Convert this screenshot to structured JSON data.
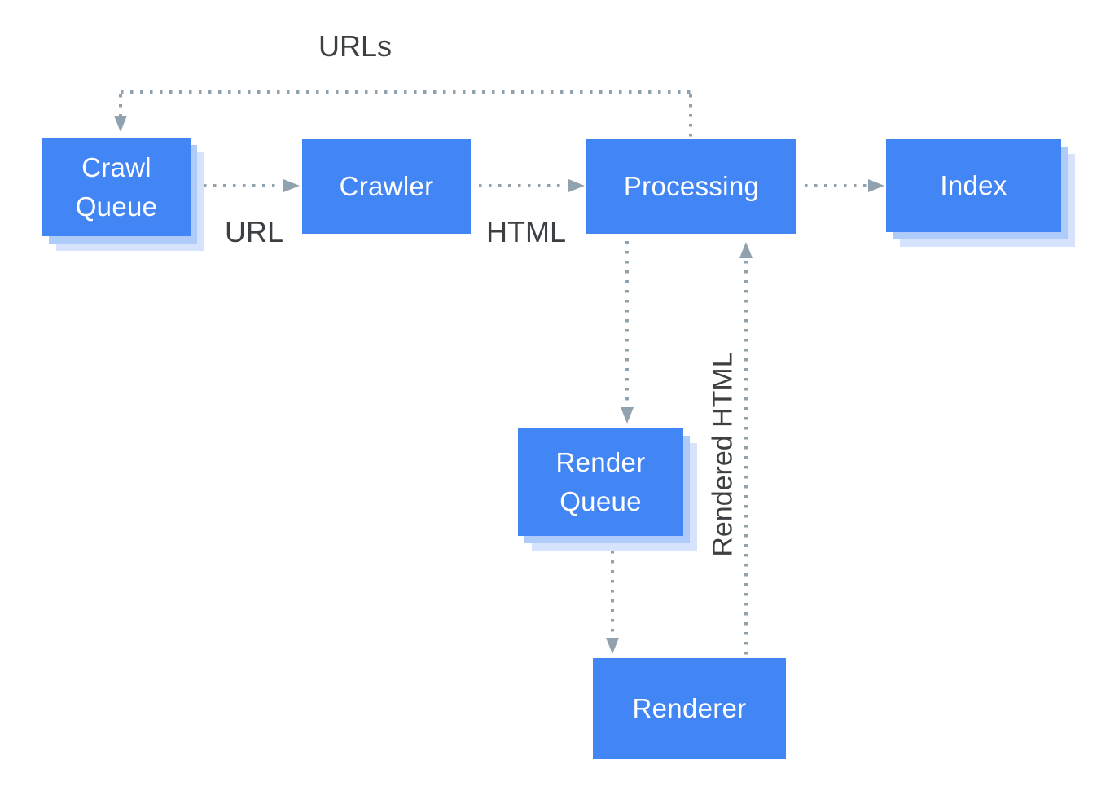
{
  "nodes": {
    "crawl_queue": {
      "line1": "Crawl",
      "line2": "Queue"
    },
    "crawler": {
      "label": "Crawler"
    },
    "processing": {
      "label": "Processing"
    },
    "index": {
      "label": "Index"
    },
    "render_queue": {
      "line1": "Render",
      "line2": "Queue"
    },
    "renderer": {
      "label": "Renderer"
    }
  },
  "edge_labels": {
    "urls": "URLs",
    "url": "URL",
    "html": "HTML",
    "rendered_html": "Rendered HTML"
  },
  "edges": [
    {
      "from": "crawl_queue",
      "to": "crawler",
      "label": "URL",
      "style": "dotted"
    },
    {
      "from": "crawler",
      "to": "processing",
      "label": "HTML",
      "style": "dotted"
    },
    {
      "from": "processing",
      "to": "index",
      "label": "",
      "style": "dotted"
    },
    {
      "from": "processing",
      "to": "crawl_queue",
      "label": "URLs",
      "style": "dotted"
    },
    {
      "from": "processing",
      "to": "render_queue",
      "label": "",
      "style": "dotted"
    },
    {
      "from": "render_queue",
      "to": "renderer",
      "label": "",
      "style": "dotted"
    },
    {
      "from": "renderer",
      "to": "processing",
      "label": "Rendered HTML",
      "style": "dotted"
    }
  ],
  "colors": {
    "node_fill": "#4285f4",
    "node_text": "#ffffff",
    "node_shadow_mid": "#aecbfa",
    "node_shadow_light": "#d7e3fc",
    "connector": "#90a2ae",
    "edge_label_text": "#3c4043",
    "background": "#ffffff"
  }
}
